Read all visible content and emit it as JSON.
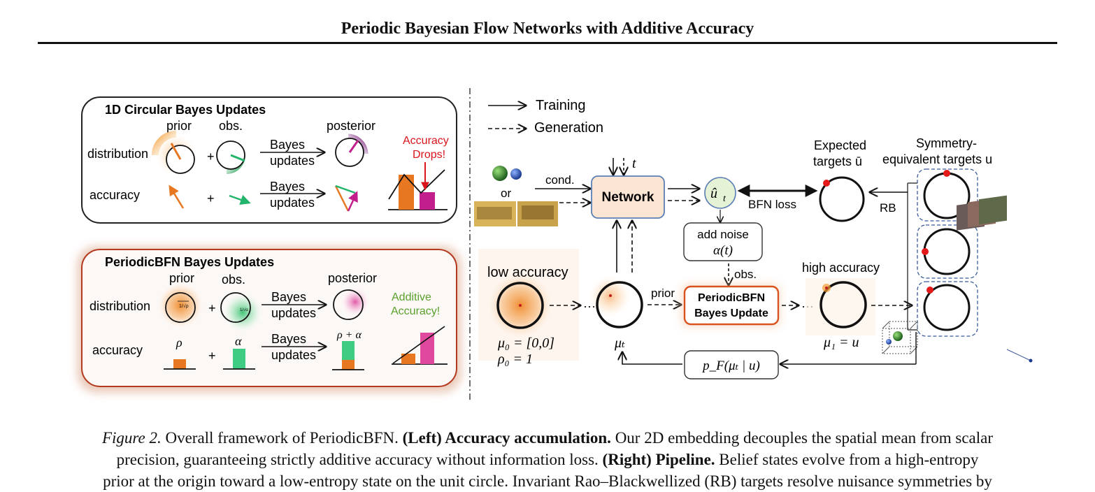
{
  "header": {
    "title": "Periodic Bayesian Flow Networks with Additive Accuracy"
  },
  "left_top": {
    "title": "1D Circular Bayes Updates",
    "row_distribution": "distribution",
    "row_accuracy": "accuracy",
    "prior": "prior",
    "obs": "obs.",
    "posterior": "posterior",
    "plus": "+",
    "bayes_1": "Bayes",
    "updates_1": "updates",
    "bayes_2": "Bayes",
    "updates_2": "updates",
    "warn_line1": "Accuracy",
    "warn_line2": "Drops!"
  },
  "left_bottom": {
    "title": "PeriodicBFN Bayes Updates",
    "row_distribution": "distribution",
    "row_accuracy": "accuracy",
    "prior": "prior",
    "obs": "obs.",
    "posterior": "posterior",
    "plus": "+",
    "bayes_1": "Bayes",
    "updates_1": "updates",
    "bayes_2": "Bayes",
    "updates_2": "updates",
    "prior_glyph": "1/√ρ",
    "obs_glyph": "1/√α",
    "rho": "ρ",
    "alpha": "α",
    "rho_plus_alpha": "ρ + α",
    "good_line1": "Additive",
    "good_line2": "Accuracy!"
  },
  "legend": {
    "training": "Training",
    "generation": "Generation"
  },
  "pipeline": {
    "or": "or",
    "cond": "cond.",
    "time_var": "t",
    "network": "Network",
    "u_hat": "û",
    "u_hat_sub": "t",
    "bfn_loss": "BFN loss",
    "expected_line1": "Expected",
    "expected_line2": "targets ū",
    "sym_line1": "Symmetry-",
    "sym_line2": "equivalent targets u",
    "rb": "RB",
    "add_noise": "add noise",
    "alpha_t": "α(t)",
    "obs": "obs.",
    "update_line1": "PeriodicBFN",
    "update_line2": "Bayes Update",
    "low_accuracy": "low accuracy",
    "high_accuracy": "high accuracy",
    "prior": "prior",
    "dots": "···",
    "mu0": "μ₀ = [0,0]",
    "rho0": "ρ₀ = 1",
    "mut": "μₜ",
    "mu1": "μ₁ = u",
    "pf": "p_F(μₜ | u)"
  },
  "caption": {
    "fig_label": "Figure 2.",
    "intro": " Overall framework of PeriodicBFN. ",
    "left_label": "(Left) Accuracy accumulation.",
    "left_text": " Our 2D embedding decouples the spatial mean from scalar",
    "line2_a": "precision, guaranteeing strictly additive accuracy without information loss. ",
    "right_label": "(Right) Pipeline.",
    "right_text": " Belief states evolve from a high-entropy",
    "line3": "prior at the origin toward a low-entropy state on the unit circle. Invariant Rao–Blackwellized (RB) targets resolve nuisance symmetries by"
  },
  "colors": {
    "orange": "#e87722",
    "green": "#2fb56a",
    "magenta": "#c21e8c",
    "purple": "#8a2a8a",
    "red_text": "#d9141b",
    "green_text": "#5aa02c",
    "network_fill": "#fbe5d3",
    "network_stroke": "#5b7fb5",
    "uhat_fill": "#e6f2d6",
    "dashed_blue": "#3a5a9a",
    "update_stroke": "#d9531e"
  }
}
